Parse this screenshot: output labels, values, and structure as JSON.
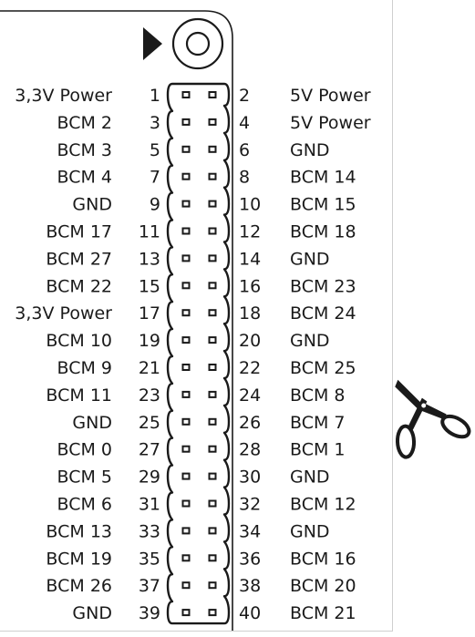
{
  "pins": [
    {
      "pin": 1,
      "label": "3,3V Power"
    },
    {
      "pin": 2,
      "label": "5V Power"
    },
    {
      "pin": 3,
      "label": "BCM 2"
    },
    {
      "pin": 4,
      "label": "5V Power"
    },
    {
      "pin": 5,
      "label": "BCM 3"
    },
    {
      "pin": 6,
      "label": "GND"
    },
    {
      "pin": 7,
      "label": "BCM 4"
    },
    {
      "pin": 8,
      "label": "BCM 14"
    },
    {
      "pin": 9,
      "label": "GND"
    },
    {
      "pin": 10,
      "label": "BCM 15"
    },
    {
      "pin": 11,
      "label": "BCM 17"
    },
    {
      "pin": 12,
      "label": "BCM 18"
    },
    {
      "pin": 13,
      "label": "BCM 27"
    },
    {
      "pin": 14,
      "label": "GND"
    },
    {
      "pin": 15,
      "label": "BCM 22"
    },
    {
      "pin": 16,
      "label": "BCM 23"
    },
    {
      "pin": 17,
      "label": "3,3V Power"
    },
    {
      "pin": 18,
      "label": "BCM 24"
    },
    {
      "pin": 19,
      "label": "BCM 10"
    },
    {
      "pin": 20,
      "label": "GND"
    },
    {
      "pin": 21,
      "label": "BCM 9"
    },
    {
      "pin": 22,
      "label": "BCM 25"
    },
    {
      "pin": 23,
      "label": "BCM 11"
    },
    {
      "pin": 24,
      "label": "BCM 8"
    },
    {
      "pin": 25,
      "label": "GND"
    },
    {
      "pin": 26,
      "label": "BCM 7"
    },
    {
      "pin": 27,
      "label": "BCM 0"
    },
    {
      "pin": 28,
      "label": "BCM 1"
    },
    {
      "pin": 29,
      "label": "BCM 5"
    },
    {
      "pin": 30,
      "label": "GND"
    },
    {
      "pin": 31,
      "label": "BCM 6"
    },
    {
      "pin": 32,
      "label": "BCM 12"
    },
    {
      "pin": 33,
      "label": "BCM 13"
    },
    {
      "pin": 34,
      "label": "GND"
    },
    {
      "pin": 35,
      "label": "BCM 19"
    },
    {
      "pin": 36,
      "label": "BCM 16"
    },
    {
      "pin": 37,
      "label": "BCM 26"
    },
    {
      "pin": 38,
      "label": "BCM 20"
    },
    {
      "pin": 39,
      "label": "GND"
    },
    {
      "pin": 40,
      "label": "BCM 21"
    }
  ],
  "icons": {
    "pin1_marker": "triangle-pointer-icon",
    "orientation": "circle-hole-icon",
    "cut": "scissors-icon"
  },
  "colors": {
    "ink": "#1a1a1a",
    "border": "#cfcfcf"
  }
}
